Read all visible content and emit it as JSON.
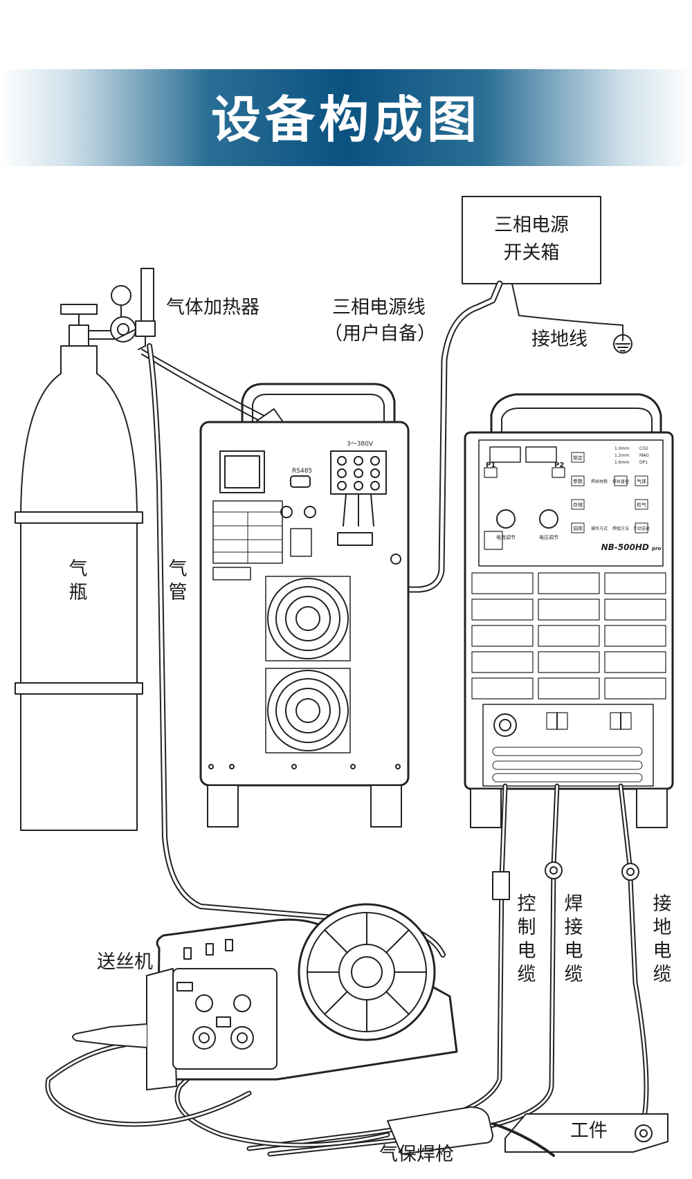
{
  "title": "设备构成图",
  "labels": {
    "switch_box_line1": "三相电源",
    "switch_box_line2": "开关箱",
    "gas_heater": "气体加热器",
    "power_cable_line1": "三相电源线",
    "power_cable_line2": "（用户自备）",
    "ground_wire": "接地线",
    "gas_cylinder": "气瓶",
    "gas_hose": "气管",
    "wire_feeder": "送丝机",
    "control_cable": "控制电缆",
    "welding_cable": "焊接电缆",
    "ground_cable": "接地电缆",
    "workpiece": "工件",
    "welding_torch": "气保焊枪"
  },
  "machine": {
    "model": "NB-500HD",
    "model_suffix": "pro",
    "rs485": "RS485",
    "voltage": "3～380V",
    "p1": "P1",
    "p2": "P2",
    "knob_left": "电流调节",
    "knob_right": "电压调节",
    "btn_lock": "锁定",
    "btn_param": "参数",
    "btn_store": "存储",
    "btn_recall": "调用",
    "btn_material": "焊丝材质",
    "btn_diameter": "焊丝直径",
    "btn_gas": "气体",
    "btn_check_gas": "检气",
    "btn_mode": "操作方式",
    "btn_method": "焊接方法",
    "btn_inch": "手动送丝",
    "opt_1": "1.0mm",
    "opt_2": "1.2mm",
    "opt_3": "1.6mm",
    "opt_co2": "CO2",
    "opt_mag": "MAG",
    "opt_dp1": "DP1"
  }
}
